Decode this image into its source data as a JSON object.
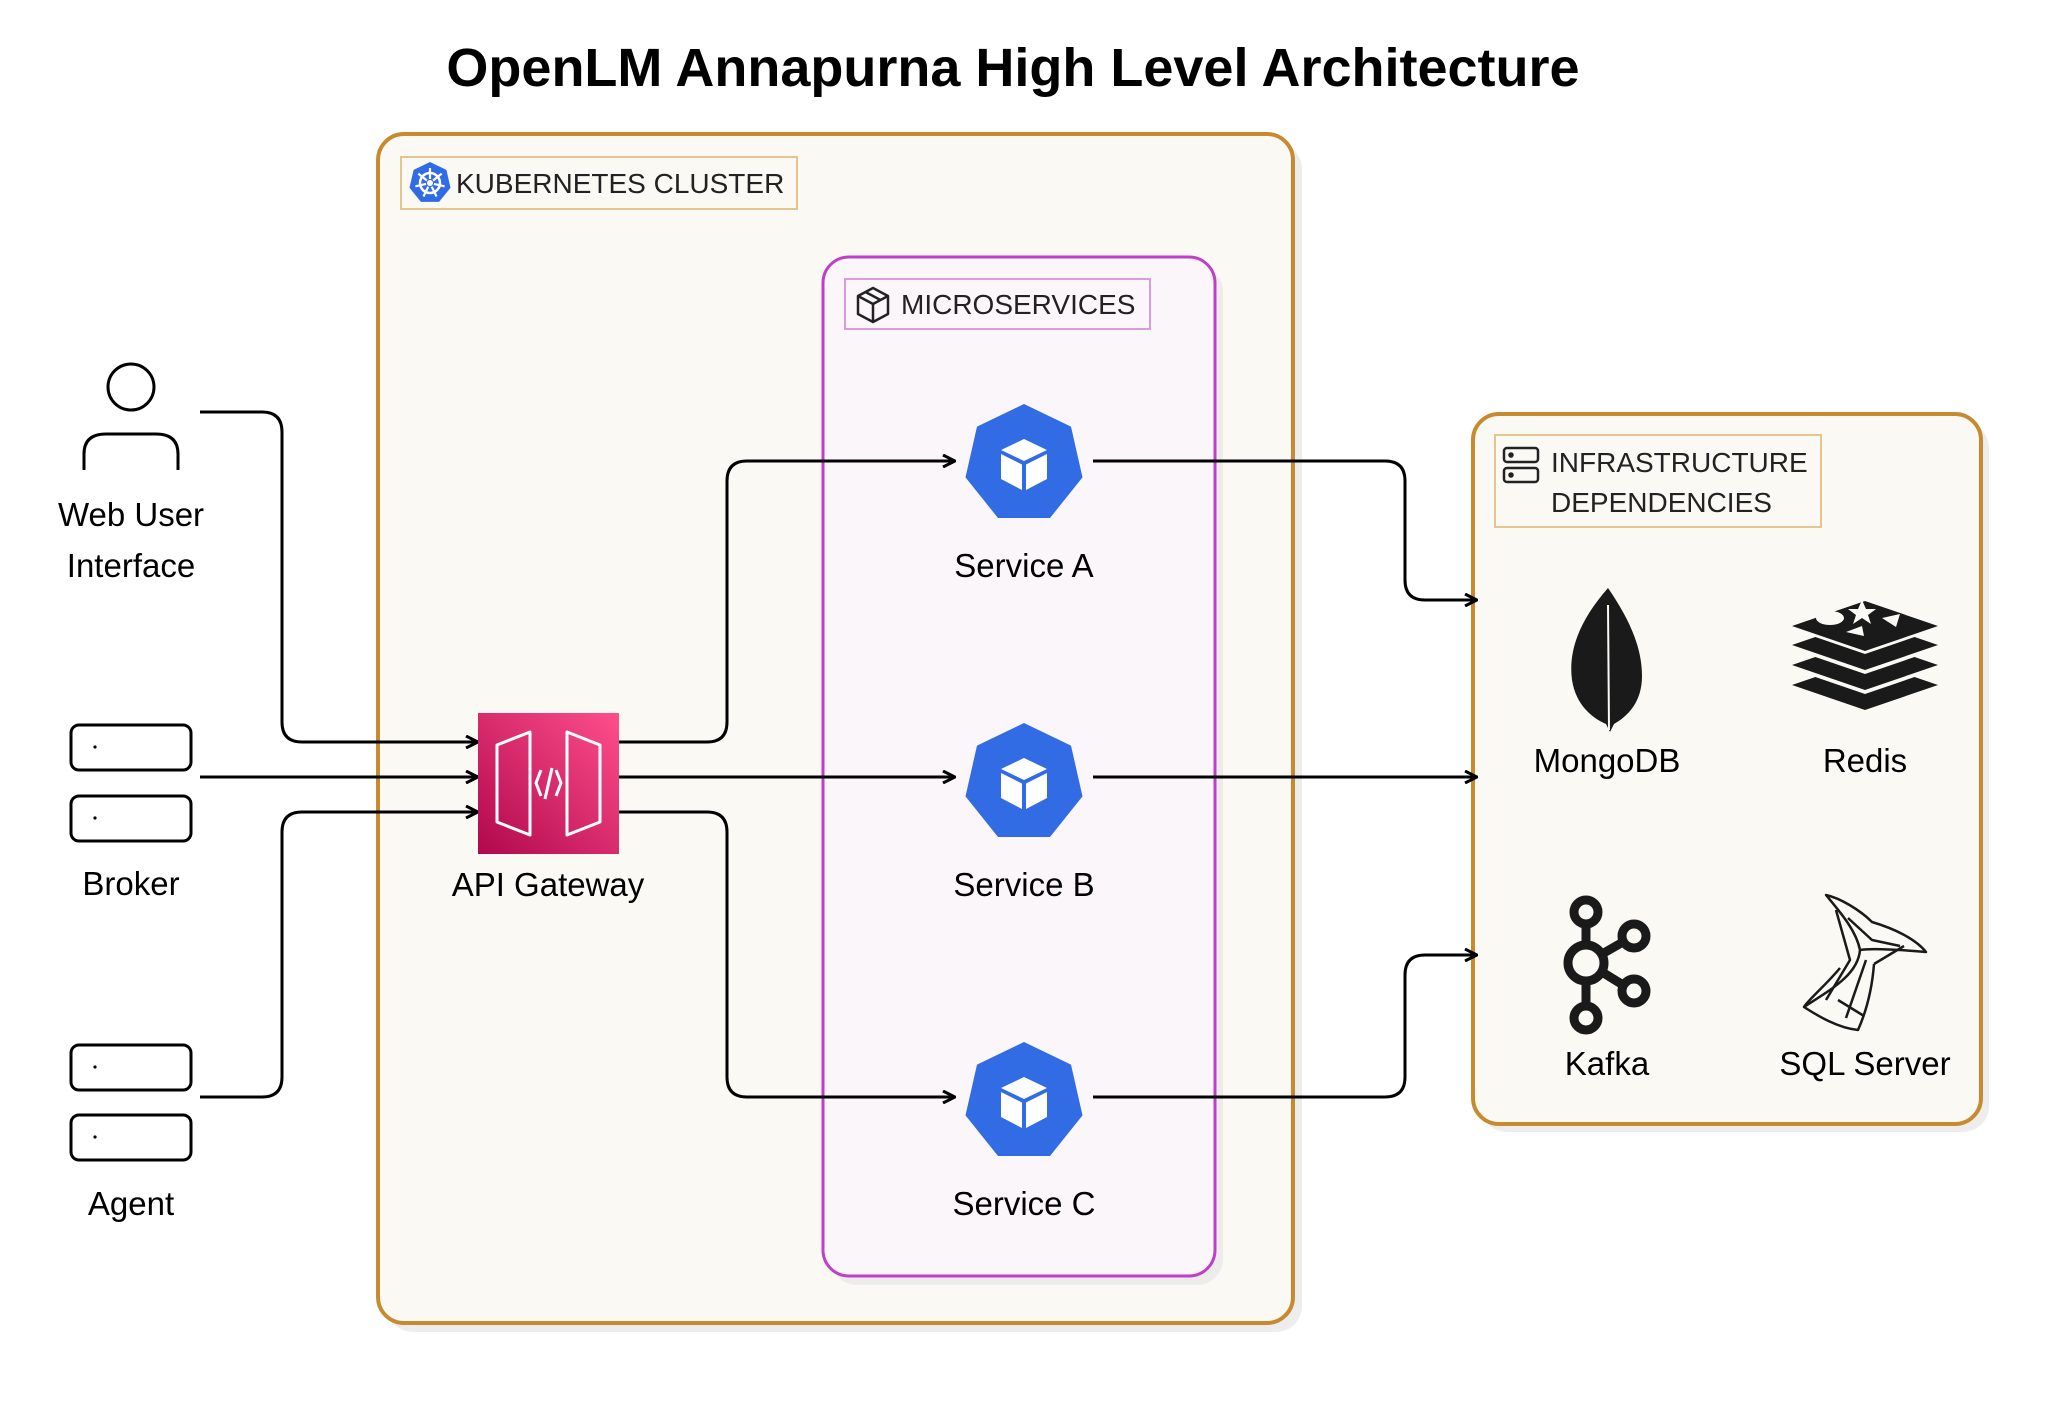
{
  "title": "OpenLM Annapurna High Level Architecture",
  "groups": {
    "kubernetes": {
      "label": "KUBERNETES CLUSTER",
      "icon": "kubernetes-icon"
    },
    "microservices": {
      "label": "MICROSERVICES",
      "icon": "package-icon"
    },
    "infrastructure": {
      "label_line1": "INFRASTRUCTURE",
      "label_line2": "DEPENDENCIES",
      "icon": "server-icon"
    }
  },
  "clients": {
    "web": {
      "label_line1": "Web User",
      "label_line2": "Interface",
      "icon": "user-icon"
    },
    "broker": {
      "label": "Broker",
      "icon": "servers-icon"
    },
    "agent": {
      "label": "Agent",
      "icon": "servers-icon"
    }
  },
  "gateway": {
    "label": "API Gateway",
    "icon": "api-gateway-icon"
  },
  "services": [
    {
      "label": "Service A",
      "icon": "kubernetes-pod-icon"
    },
    {
      "label": "Service B",
      "icon": "kubernetes-pod-icon"
    },
    {
      "label": "Service C",
      "icon": "kubernetes-pod-icon"
    }
  ],
  "dependencies": [
    {
      "label": "MongoDB",
      "icon": "mongodb-icon"
    },
    {
      "label": "Redis",
      "icon": "redis-icon"
    },
    {
      "label": "Kafka",
      "icon": "kafka-icon"
    },
    {
      "label": "SQL Server",
      "icon": "sql-server-icon"
    }
  ],
  "colors": {
    "kubernetes_border": "#C88A2E",
    "kubernetes_fill": "#FAF9F4",
    "microservices_border": "#C03FC9",
    "microservices_fill": "#FAF6FA",
    "gateway": "#E7157B",
    "service": "#326CE5"
  }
}
